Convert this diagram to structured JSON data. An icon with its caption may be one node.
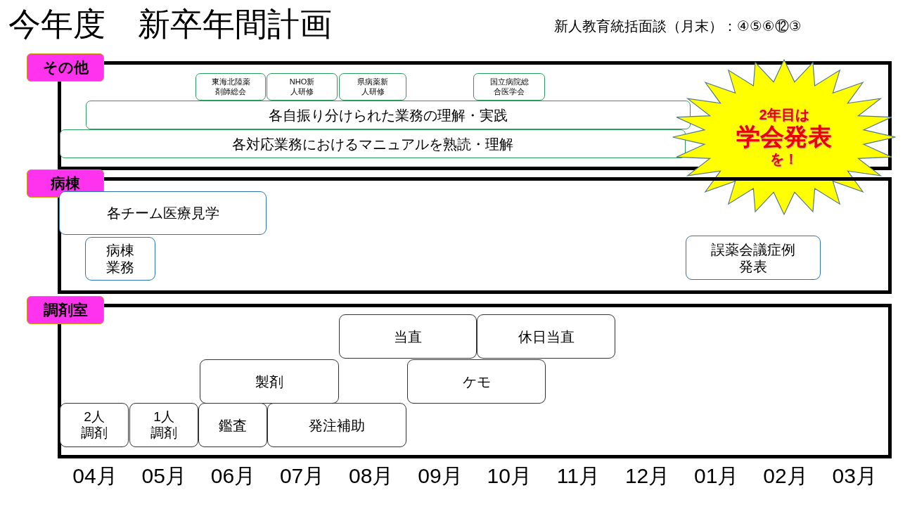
{
  "diagram": {
    "title": "今年度　新卒年間計画",
    "nodes": [
      {
        "text": [
          "その他"
        ]
      },
      {
        "text": [
          "東海北陸薬剤師総会"
        ],
        "in": 0
      },
      {
        "text": [
          "NHO新人研修"
        ],
        "in": 0
      },
      {
        "text": [
          "県病薬新人研修"
        ],
        "in": 0
      },
      {
        "text": [
          "国立病院総合医学会"
        ],
        "in": 0
      },
      {
        "text": [
          "各自振り分けられた業務の理解・実践"
        ],
        "in": 0
      },
      {
        "text": [
          "各対応業務におけるマニュアルを熟読・理解"
        ],
        "in": 0
      },
      {
        "text": [
          "2年目は",
          "学会発表",
          "を！"
        ]
      },
      {
        "text": [
          "病棟"
        ]
      },
      {
        "text": [
          "各チーム医療見学"
        ],
        "in": 8
      },
      {
        "text": [
          "病棟業務"
        ],
        "in": 8
      },
      {
        "text": [
          "誤薬会議症例発表"
        ],
        "in": 8
      },
      {
        "text": [
          "調剤室"
        ]
      },
      {
        "text": [
          "当直"
        ],
        "in": 12
      },
      {
        "text": [
          "休日当直"
        ],
        "in": 12
      },
      {
        "text": [
          "製剤"
        ],
        "in": 12
      },
      {
        "text": [
          "ケモ"
        ],
        "in": 12
      },
      {
        "text": [
          "2人調剤"
        ],
        "in": 12
      },
      {
        "text": [
          "1人調剤"
        ],
        "in": 12
      },
      {
        "text": [
          "鑑査"
        ],
        "in": 12
      },
      {
        "text": [
          "発注補助"
        ],
        "in": 12
      }
    ],
    "labels": [
      "新人教育統括面談（月末）：④⑤⑥⑫③",
      "04月",
      "05月",
      "06月",
      "07月",
      "08月",
      "09月",
      "10月",
      "11月",
      "12月",
      "01月",
      "02月",
      "03月"
    ]
  }
}
